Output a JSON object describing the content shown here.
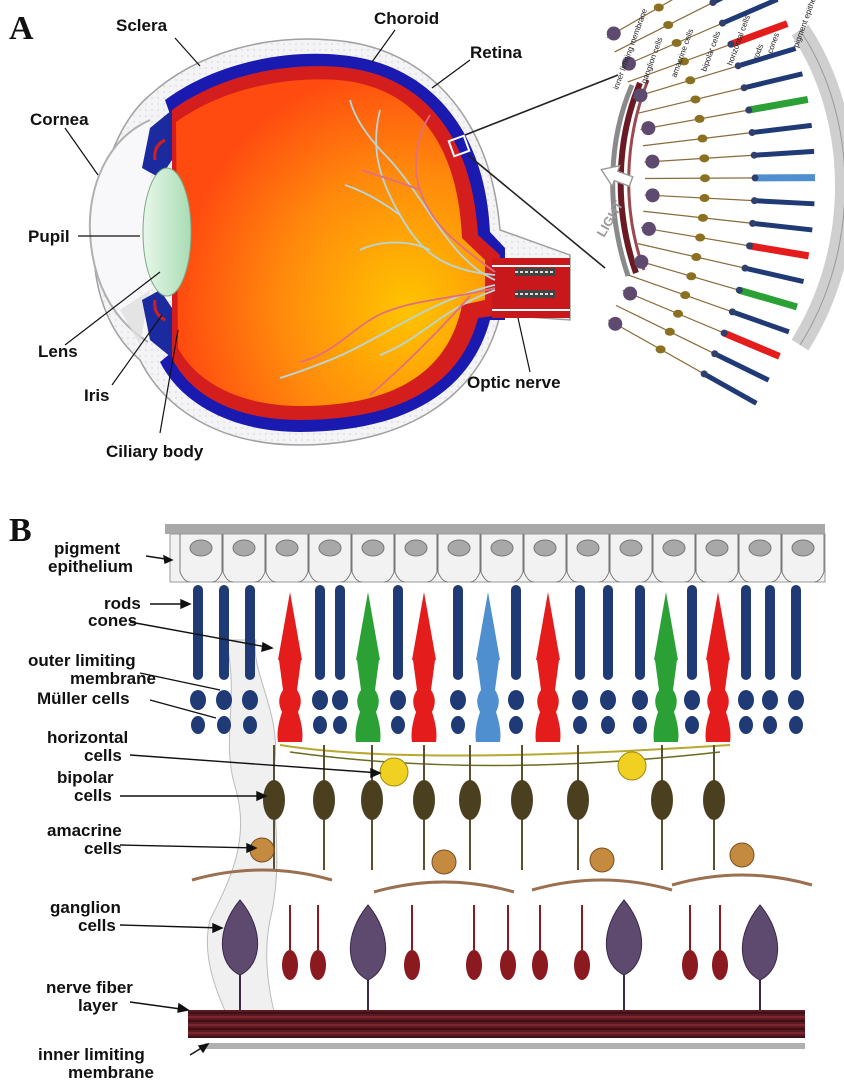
{
  "panel_a": {
    "letter": "A",
    "labels": {
      "sclera": "Sclera",
      "choroid": "Choroid",
      "retina": "Retina",
      "cornea": "Cornea",
      "pupil": "Pupil",
      "lens": "Lens",
      "iris": "Iris",
      "ciliary_body": "Ciliary body",
      "optic_nerve": "Optic nerve"
    },
    "inset": {
      "light": "LIGHT",
      "layers": [
        "inner limiting membrane",
        "ganglion cells",
        "amacrine cells",
        "bipolar cells",
        "horizontal cells",
        "rods",
        "cones",
        "pigment epithelium"
      ]
    }
  },
  "panel_b": {
    "letter": "B",
    "labels": {
      "pigment_epithelium": [
        "pigment",
        "epithelium"
      ],
      "rods": "rods",
      "cones": "cones",
      "outer_limiting_membrane": [
        "outer limiting",
        "membrane"
      ],
      "muller_cells": "Müller cells",
      "horizontal_cells": [
        "horizontal",
        "cells"
      ],
      "bipolar_cells": [
        "bipolar",
        "cells"
      ],
      "amacrine_cells": [
        "amacrine",
        "cells"
      ],
      "ganglion_cells": [
        "ganglion",
        "cells"
      ],
      "nerve_fiber_layer": [
        "nerve fiber",
        "layer"
      ],
      "inner_limiting_membrane": [
        "inner limiting",
        "membrane"
      ]
    }
  },
  "colors": {
    "sclera_outline": "#b9b9b9",
    "choroid": "#1a1ab0",
    "retina": "#d41e1e",
    "vitreous_start": "#ff5a10",
    "vitreous_end": "#ffc400",
    "lens": "#c8ecd0",
    "rod": "#1f3a74",
    "cone_red": "#e41c1c",
    "cone_green": "#2aa035",
    "cone_blue": "#4f8fd0",
    "nerve_fiber": "#6a1a22",
    "ganglion": "#5e4a6e"
  }
}
